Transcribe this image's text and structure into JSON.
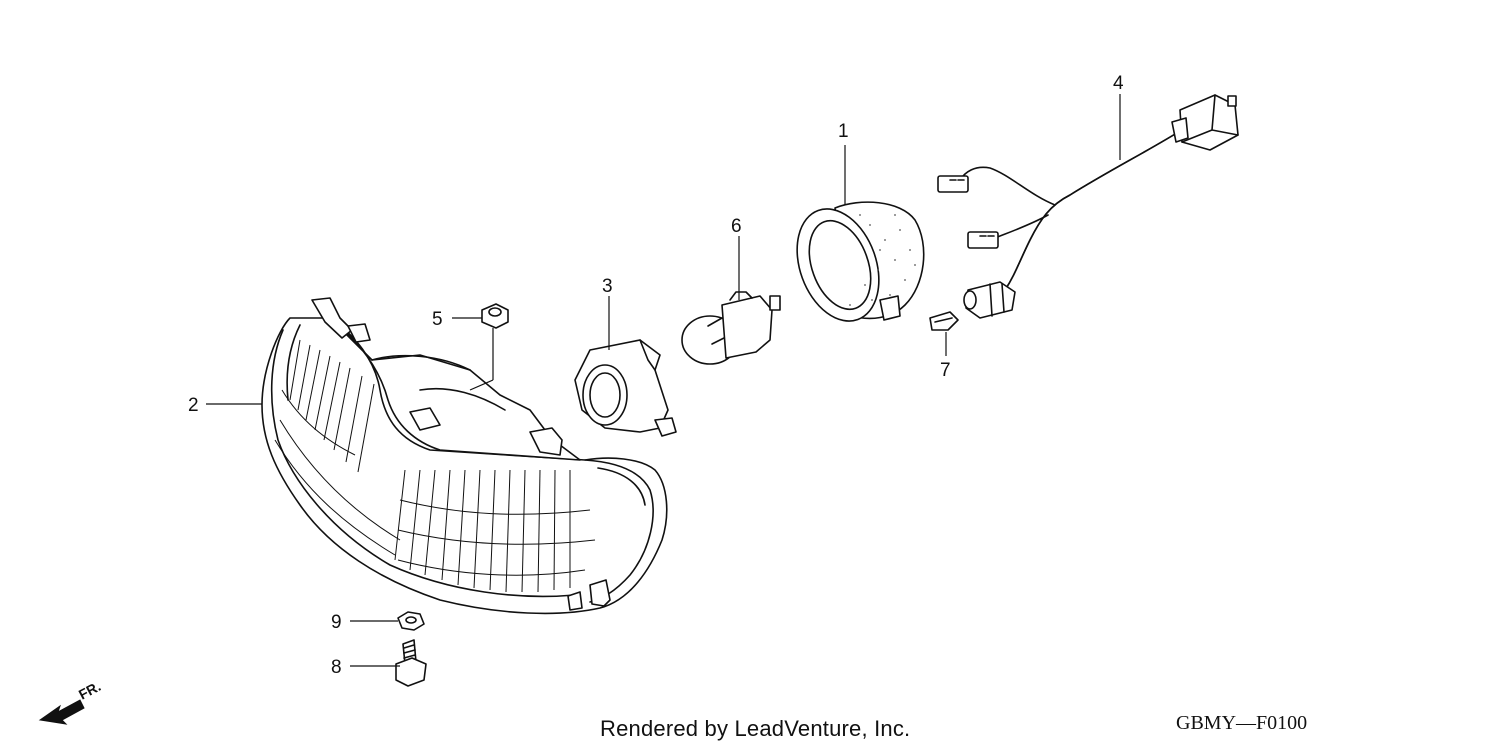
{
  "diagram": {
    "callouts": [
      {
        "id": "1",
        "label": "1"
      },
      {
        "id": "2",
        "label": "2"
      },
      {
        "id": "3",
        "label": "3"
      },
      {
        "id": "4",
        "label": "4"
      },
      {
        "id": "5",
        "label": "5"
      },
      {
        "id": "6",
        "label": "6"
      },
      {
        "id": "7",
        "label": "7"
      },
      {
        "id": "8",
        "label": "8"
      },
      {
        "id": "9",
        "label": "9"
      }
    ],
    "direction_marker": "FR.",
    "parts_depicted": [
      "headlight-unit",
      "bulb-socket",
      "bulb",
      "dust-cover",
      "wire-harness",
      "nut",
      "clip",
      "bolt",
      "washer"
    ]
  },
  "footer": {
    "render_credit": "Rendered by LeadVenture, Inc.",
    "diagram_code": "GBMY—F0100"
  }
}
